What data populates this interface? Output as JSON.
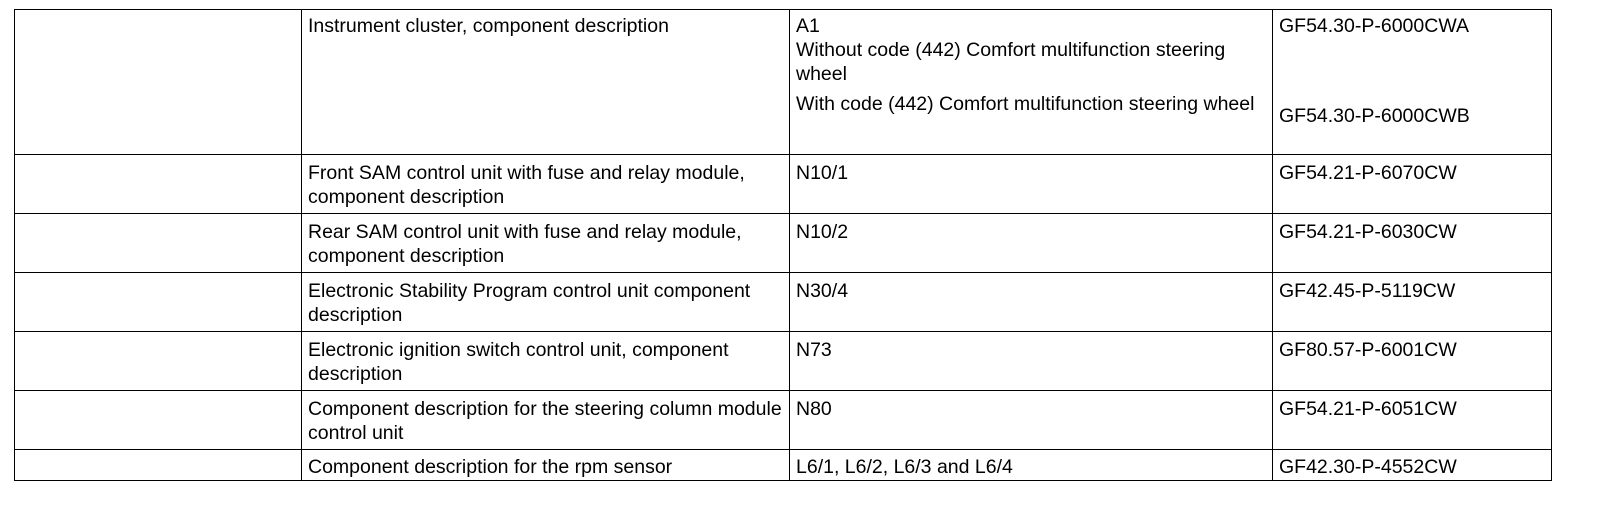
{
  "rows": [
    {
      "description": "Instrument cluster, component description",
      "component": "A1",
      "variants": [
        {
          "condition": "Without code (442) Comfort multifunction steering wheel",
          "document": "GF54.30-P-6000CWA"
        },
        {
          "condition": "With code (442) Comfort multifunction steering wheel",
          "document": "GF54.30-P-6000CWB"
        }
      ]
    },
    {
      "description": "Front SAM control unit with fuse and relay module, component description",
      "component": "N10/1",
      "document": "GF54.21-P-6070CW"
    },
    {
      "description": "Rear SAM control unit with fuse and relay module, component description",
      "component": "N10/2",
      "document": "GF54.21-P-6030CW"
    },
    {
      "description": "Electronic Stability Program control unit component description",
      "component": "N30/4",
      "document": "GF42.45-P-5119CW"
    },
    {
      "description": "Electronic ignition switch control unit, component description",
      "component": "N73",
      "document": "GF80.57-P-6001CW"
    },
    {
      "description": "Component description for the steering column module control unit",
      "component": "N80",
      "document": "GF54.21-P-6051CW"
    },
    {
      "description": "Component description for the rpm sensor",
      "component": "L6/1, L6/2, L6/3 and L6/4",
      "document": "GF42.30-P-4552CW"
    }
  ]
}
